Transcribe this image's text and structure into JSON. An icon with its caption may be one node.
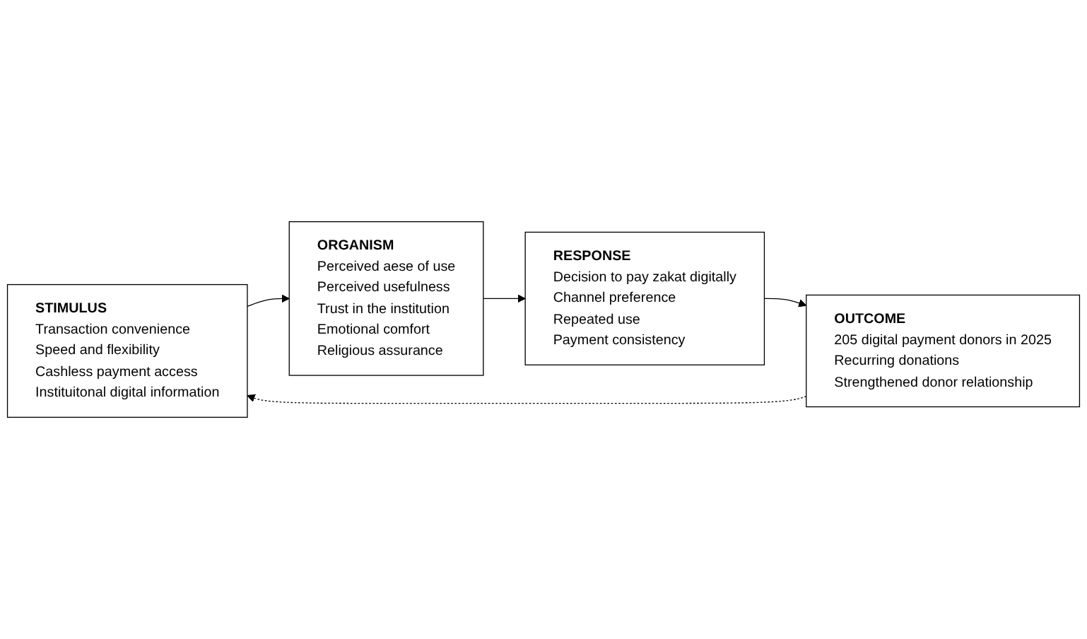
{
  "diagram": {
    "nodes": [
      {
        "text": [
          "STIMULUS",
          "Transaction convenience",
          "Speed and flexibility",
          "Cashless payment access",
          "Instituitonal digital information"
        ]
      },
      {
        "text": [
          "ORGANISM",
          "Perceived aese of use",
          "Perceived usefulness",
          "Trust in the institution",
          "Emotional comfort",
          "Religious assurance"
        ]
      },
      {
        "text": [
          "OUTCOME",
          "205 digital payment donors in 2025",
          "Recurring donations",
          "Strengthened donor relationship"
        ]
      },
      {
        "text": [
          "RESPONSE",
          "Decision to pay zakat digitally",
          "Channel preference",
          "Repeated use",
          "Payment consistency"
        ]
      }
    ],
    "edges": [
      {
        "from": 0,
        "to": 1,
        "arrow": "to"
      },
      {
        "from": 1,
        "to": 3,
        "arrow": "to"
      },
      {
        "from": 3,
        "to": 2,
        "arrow": "to"
      },
      {
        "from": 2,
        "to": 0,
        "arrow": "to",
        "style": "dashed"
      }
    ]
  }
}
